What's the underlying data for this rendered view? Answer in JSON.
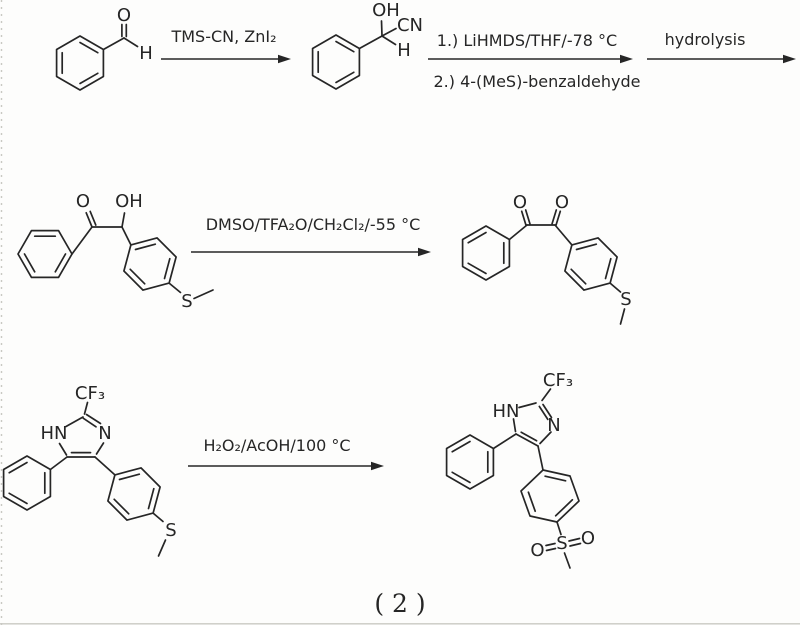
{
  "scheme": {
    "figure_label": "( 2 )",
    "ink": "#262626",
    "paper": "#fdfdfc"
  },
  "reactions": [
    {
      "id": "cyanosilylation",
      "above": "TMS-CN, ZnI₂",
      "below": ""
    },
    {
      "id": "benzoin-coupling",
      "above": "1.) LiHMDS/THF/-78 °C",
      "below": "2.) 4-(MeS)-benzaldehyde"
    },
    {
      "id": "hydrolysis",
      "above": "hydrolysis",
      "below": ""
    },
    {
      "id": "oxidation-to-dione",
      "above": "DMSO/TFA₂O/CH₂Cl₂/-55 °C",
      "below": ""
    },
    {
      "id": "sulfide-oxidation",
      "above": "H₂O₂/AcOH/100 °C",
      "below": ""
    }
  ],
  "molecules": {
    "benzaldehyde": {
      "O": "O",
      "H": "H"
    },
    "mandelonitrile": {
      "OH": "OH",
      "CN": "CN",
      "H": "H"
    },
    "benzoin_sulfide": {
      "O": "O",
      "OH": "OH",
      "S": "S"
    },
    "benzil_sulfide": {
      "O1": "O",
      "O2": "O",
      "S": "S"
    },
    "imidazole_sulfide": {
      "CF3": "CF₃",
      "HN": "HN",
      "N": "N",
      "S": "S"
    },
    "imidazole_sulfone": {
      "CF3": "CF₃",
      "HN": "HN",
      "N": "N",
      "S": "S",
      "O_left": "O",
      "O_right": "O"
    }
  }
}
